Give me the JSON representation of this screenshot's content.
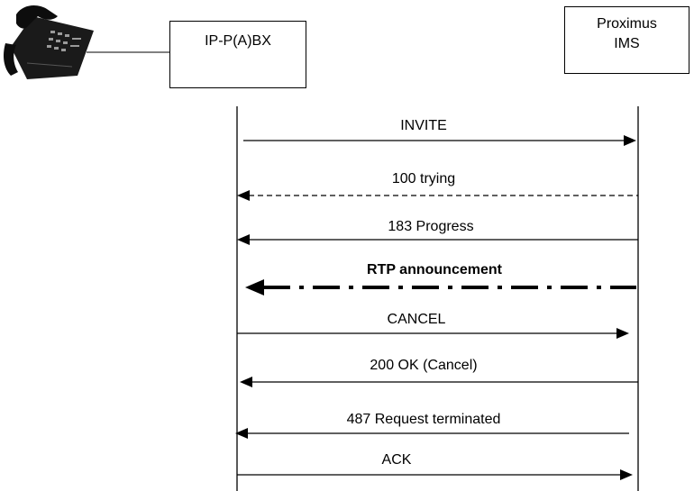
{
  "nodes": {
    "pbx": {
      "label": "IP-P(A)BX"
    },
    "ims": {
      "line1": "Proximus",
      "line2": "IMS"
    }
  },
  "messages": [
    {
      "label": "INVITE",
      "direction": "right",
      "style": "solid"
    },
    {
      "label": "100 trying",
      "direction": "left",
      "style": "dashed"
    },
    {
      "label": "183 Progress",
      "direction": "left",
      "style": "solid"
    },
    {
      "label": "RTP announcement",
      "direction": "left",
      "style": "dash-dot",
      "bold": true
    },
    {
      "label": "CANCEL",
      "direction": "right",
      "style": "solid"
    },
    {
      "label": "200 OK (Cancel)",
      "direction": "left",
      "style": "solid"
    },
    {
      "label": "487 Request terminated",
      "direction": "left",
      "style": "solid"
    },
    {
      "label": "ACK",
      "direction": "right",
      "style": "solid"
    }
  ],
  "icons": {
    "phone": "telephone-icon"
  },
  "colors": {
    "line": "#000000",
    "background": "#ffffff"
  }
}
